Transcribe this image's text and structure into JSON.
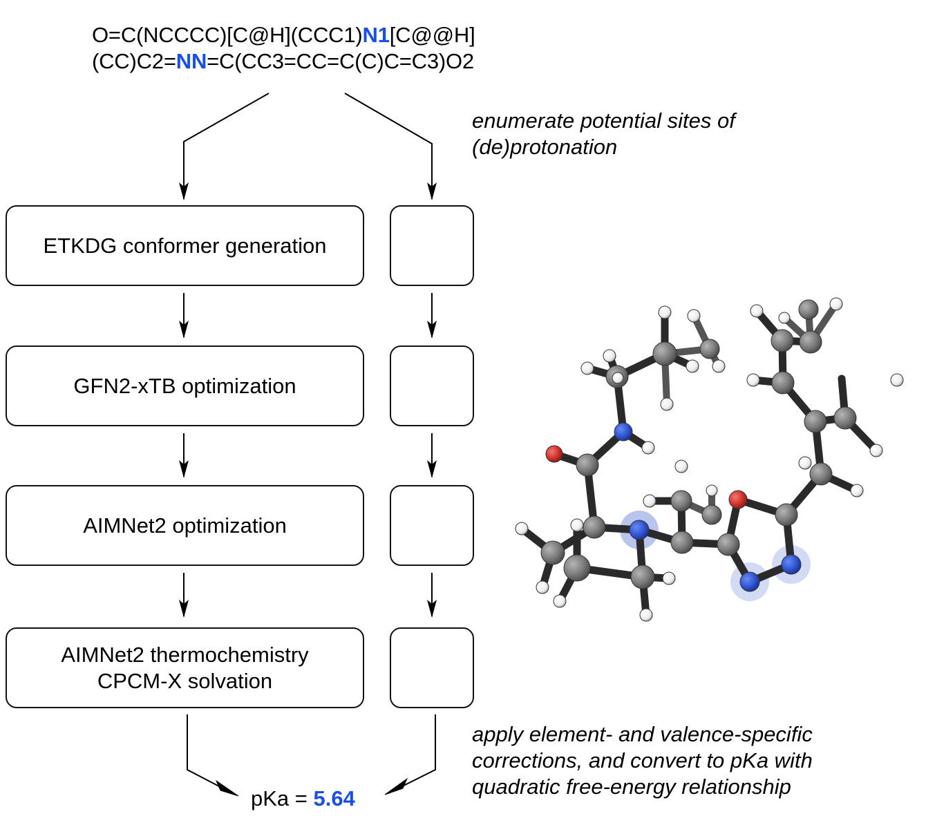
{
  "smiles": {
    "line1_pre": "O=C(NCCCC)[C@H](CCC1)",
    "line1_hl": "N1",
    "line1_post": "[C@@H]",
    "line2_pre": "(CC)C2=",
    "line2_hl": "NN",
    "line2_post": "=C(CC3=CC=C(C)C=C3)O2"
  },
  "annotations": {
    "top": "enumerate potential sites of (de)protonation",
    "bottom": "apply element- and valence-specific corrections, and convert to pKa with quadratic free-energy relationship"
  },
  "pipeline": {
    "steps": [
      {
        "label": "ETKDG conformer generation"
      },
      {
        "label": "GFN2-xTB optimization"
      },
      {
        "label": "AIMNet2 optimization"
      },
      {
        "label_line1": "AIMNet2 thermochemistry",
        "label_line2": "CPCM-X solvation"
      }
    ]
  },
  "result": {
    "label": "pKa = ",
    "value": "5.64"
  },
  "colors": {
    "highlight": "#1a4fe6",
    "carbon": "#7a7a7a",
    "nitrogen": "#2f55d4",
    "oxygen": "#d2302a",
    "hydrogen": "#f2f2f2",
    "site_glow": "#8a9ee0"
  },
  "molecule": {
    "description": "3D ball-and-stick model with highlighted protonation sites",
    "highlighted_sites": [
      "N1 (pyrrolidine)",
      "N (oxadiazole)",
      "N (oxadiazole)"
    ]
  }
}
